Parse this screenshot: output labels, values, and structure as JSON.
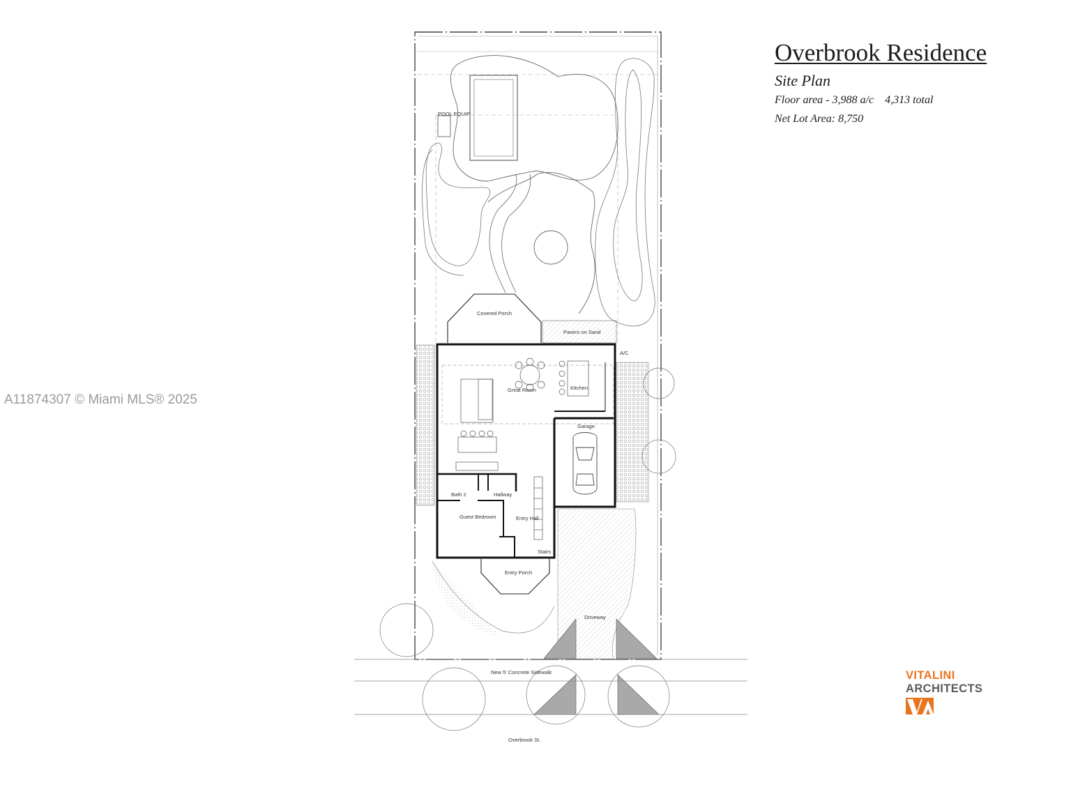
{
  "watermark": "A11874307 © Miami MLS® 2025",
  "title_block": {
    "project": "Overbrook Residence",
    "sheet": "Site Plan",
    "floor_area": "Floor area - 3,988 a/c",
    "total_area": "4,313 total",
    "lot_area": "Net Lot Area: 8,750"
  },
  "plan": {
    "labels": {
      "pool_equip": "POOL EQUIP",
      "covered_porch": "Covered Porch",
      "pavers": "Pavers on Sand",
      "ac": "A/C",
      "great_room": "Great Room",
      "kitchen": "Kitchen",
      "garage": "Garage",
      "bath": "Bath 2",
      "hallway": "Hallway",
      "guest_bedroom": "Guest Bedroom",
      "entry_hall": "Entry Hall",
      "stairs": "Stairs",
      "entry_porch": "Entry Porch",
      "driveway": "Driveway",
      "sidewalk": "New 5' Concrete Sidewalk",
      "street": "Overbrook St."
    }
  },
  "logo": {
    "name": "VITALINI",
    "sub": "ARCHITECTS",
    "colors": {
      "orange": "#e8741e",
      "gray": "#5a5a5a"
    }
  }
}
